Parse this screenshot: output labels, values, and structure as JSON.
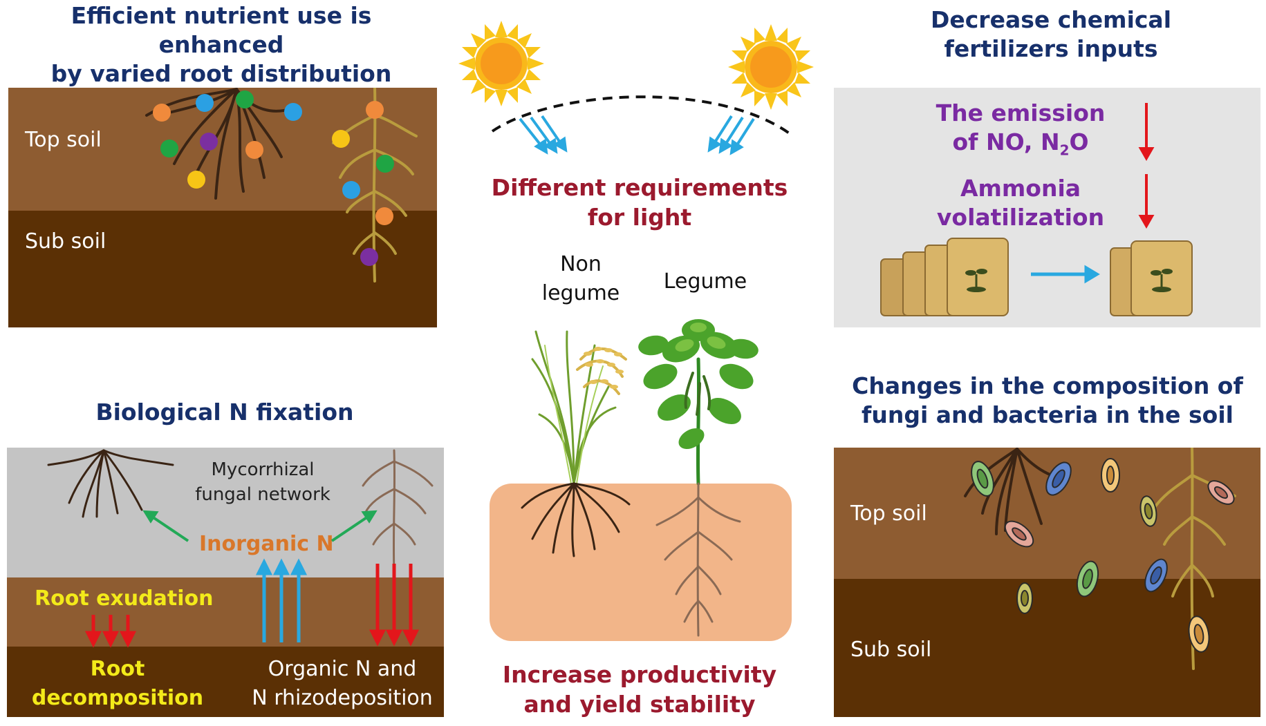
{
  "panels": {
    "nutrient": {
      "title_line1": "Efficient nutrient use is enhanced",
      "title_line2": "by varied root distribution",
      "top_soil": "Top soil",
      "sub_soil": "Sub soil"
    },
    "fertilizer": {
      "title_line1": "Decrease chemical",
      "title_line2": "fertilizers inputs",
      "emission_line1": "The emission",
      "emission_line2_prefix": "of NO, N",
      "emission_sub": "2",
      "emission_suffix": "O",
      "ammonia_line1": "Ammonia",
      "ammonia_line2": "volatilization"
    },
    "light": {
      "label_line1": "Different requirements",
      "label_line2": "for light",
      "non_legume_line1": "Non",
      "non_legume_line2": "legume",
      "legume": "Legume"
    },
    "yield": {
      "line1": "Increase productivity",
      "line2": "and yield stability"
    },
    "nfixation": {
      "title": "Biological N fixation",
      "mycorrhizal_line1": "Mycorrhizal",
      "mycorrhizal_line2": "fungal network",
      "inorganic_n": "Inorganic N",
      "root_exudation": "Root exudation",
      "root_decomp_line1": "Root",
      "root_decomp_line2": "decomposition",
      "organic_line1": "Organic N and",
      "organic_line2": "N rhizodeposition"
    },
    "microbes": {
      "title_line1": "Changes in the composition of",
      "title_line2": "fungi and bacteria in the soil",
      "top_soil": "Top soil",
      "sub_soil": "Sub soil"
    }
  },
  "colors": {
    "title_navy": "#17306b",
    "maroon": "#9b1a2e",
    "purple": "#7a2aa2",
    "topsoil": "#8e5c31",
    "subsoil": "#5b3005",
    "arrow_blue": "#29a8e0",
    "arrow_red": "#e3161b",
    "arrow_green": "#22a957",
    "sun": "#f9c51a"
  }
}
